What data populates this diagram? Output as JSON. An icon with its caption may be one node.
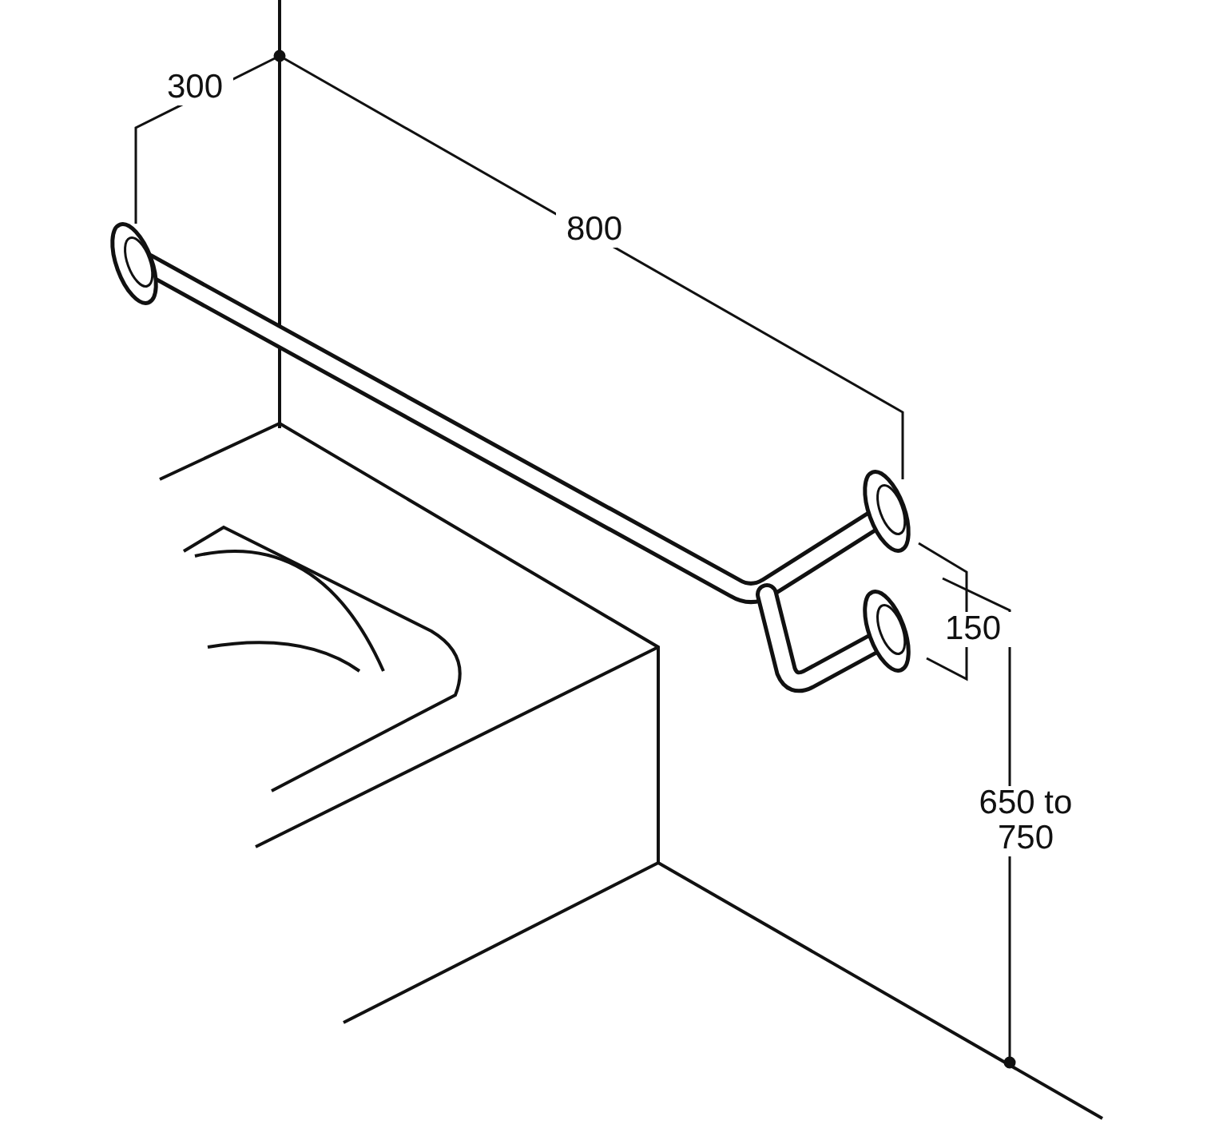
{
  "diagram": {
    "labels": [
      "300",
      "800",
      "150",
      "650 to 750"
    ]
  }
}
